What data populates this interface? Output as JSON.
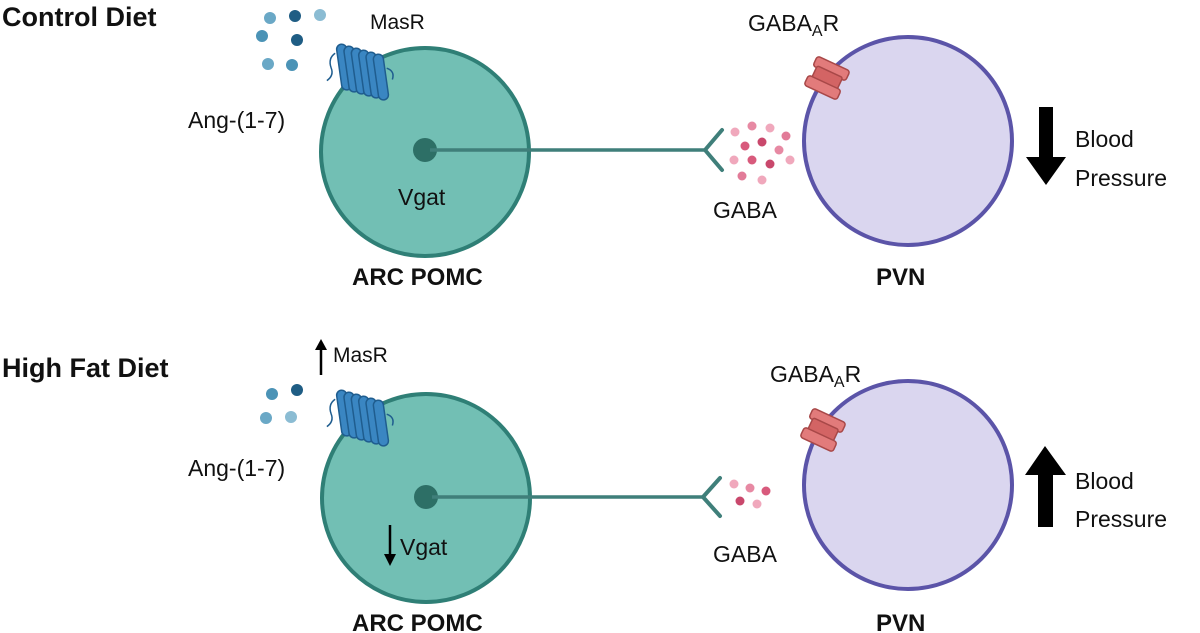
{
  "panels": [
    {
      "heading": "Control Diet",
      "receptor_label": "MasR",
      "receptor_change": "",
      "ligand_label": "Ang-(1-7)",
      "marker_label": "Vgat",
      "marker_change": "",
      "neuron_label": "ARC POMC",
      "receptor2_label": {
        "main": "GABA",
        "sub": "A",
        "tail": "R"
      },
      "transmitter_label": "GABA",
      "target_label": "PVN",
      "outcome_line1": "Blood",
      "outcome_line2": "Pressure",
      "outcome_direction": "down"
    },
    {
      "heading": "High Fat Diet",
      "receptor_label": "MasR",
      "receptor_change": "up",
      "ligand_label": "Ang-(1-7)",
      "marker_label": "Vgat",
      "marker_change": "down",
      "neuron_label": "ARC POMC",
      "receptor2_label": {
        "main": "GABA",
        "sub": "A",
        "tail": "R"
      },
      "transmitter_label": "GABA",
      "target_label": "PVN",
      "outcome_line1": "Blood",
      "outcome_line2": "Pressure",
      "outcome_direction": "up"
    }
  ],
  "colors": {
    "arc_fill": "#72bfb4",
    "arc_stroke": "#2f7f76",
    "arc_nucleus": "#2d6f66",
    "axon": "#3f7f7a",
    "pvn_fill": "#dad6ef",
    "pvn_stroke": "#5b54a8",
    "receptor": "#3a86c2",
    "gaba_a_receptor": "#e27b7b",
    "gaba_dot": "#d85a7c",
    "angiotensin_dot": "#2f7fa6",
    "arrow": "#000000"
  }
}
